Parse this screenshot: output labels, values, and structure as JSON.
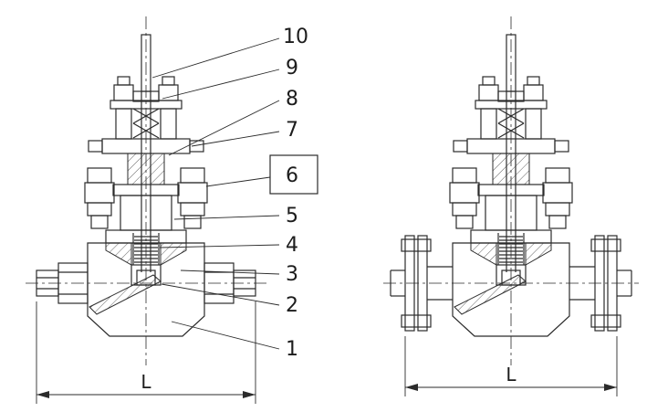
{
  "drawing": {
    "colors": {
      "background": "#ffffff",
      "line": "#2b2b2b",
      "text": "#1c1c1c"
    },
    "callouts": [
      {
        "label": "10"
      },
      {
        "label": "9"
      },
      {
        "label": "8"
      },
      {
        "label": "7"
      },
      {
        "label": "6"
      },
      {
        "label": "5"
      },
      {
        "label": "4"
      },
      {
        "label": "3"
      },
      {
        "label": "2"
      },
      {
        "label": "1"
      }
    ],
    "left_view": {
      "dimension_label": "L"
    },
    "right_view": {
      "dimension_label": "L"
    }
  }
}
